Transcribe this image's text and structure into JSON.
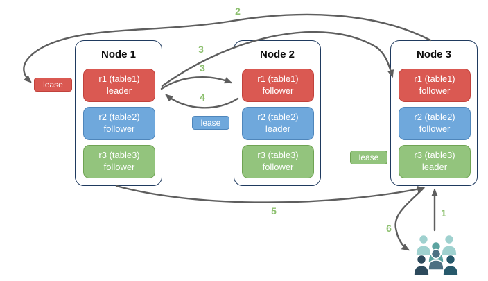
{
  "nodes": [
    {
      "title": "Node 1",
      "replicas": [
        {
          "name": "r1 (table1)",
          "role": "leader",
          "color": "red"
        },
        {
          "name": "r2 (table2)",
          "role": "follower",
          "color": "blue"
        },
        {
          "name": "r3 (table3)",
          "role": "follower",
          "color": "green"
        }
      ]
    },
    {
      "title": "Node 2",
      "replicas": [
        {
          "name": "r1 (table1)",
          "role": "follower",
          "color": "red"
        },
        {
          "name": "r2 (table2)",
          "role": "leader",
          "color": "blue"
        },
        {
          "name": "r3 (table3)",
          "role": "follower",
          "color": "green"
        }
      ]
    },
    {
      "title": "Node 3",
      "replicas": [
        {
          "name": "r1 (table1)",
          "role": "follower",
          "color": "red"
        },
        {
          "name": "r2 (table2)",
          "role": "follower",
          "color": "blue"
        },
        {
          "name": "r3 (table3)",
          "role": "leader",
          "color": "green"
        }
      ]
    }
  ],
  "leases": [
    {
      "label": "lease",
      "color": "red"
    },
    {
      "label": "lease",
      "color": "blue"
    },
    {
      "label": "lease",
      "color": "green"
    }
  ],
  "steps": {
    "s1": "1",
    "s2": "2",
    "s3_long": "3",
    "s3_short": "3",
    "s4": "4",
    "s5": "5",
    "s6": "6"
  },
  "icons": {
    "users_group": "users-icon"
  },
  "colors": {
    "red": "#da5952",
    "red_border": "#c1423c",
    "blue": "#6fa8dc",
    "blue_border": "#4f86bb",
    "green": "#93c47d",
    "green_border": "#6fa353",
    "node_border": "#1f3a5f",
    "arrow": "#5e5e5e",
    "step_label": "#8dc06f",
    "people_light": "#9fd1cf",
    "people_mid": "#5ba3a0",
    "people_gray": "#4d7082",
    "people_dark_navy": "#2d4a5c",
    "people_dark_teal": "#27596b"
  }
}
